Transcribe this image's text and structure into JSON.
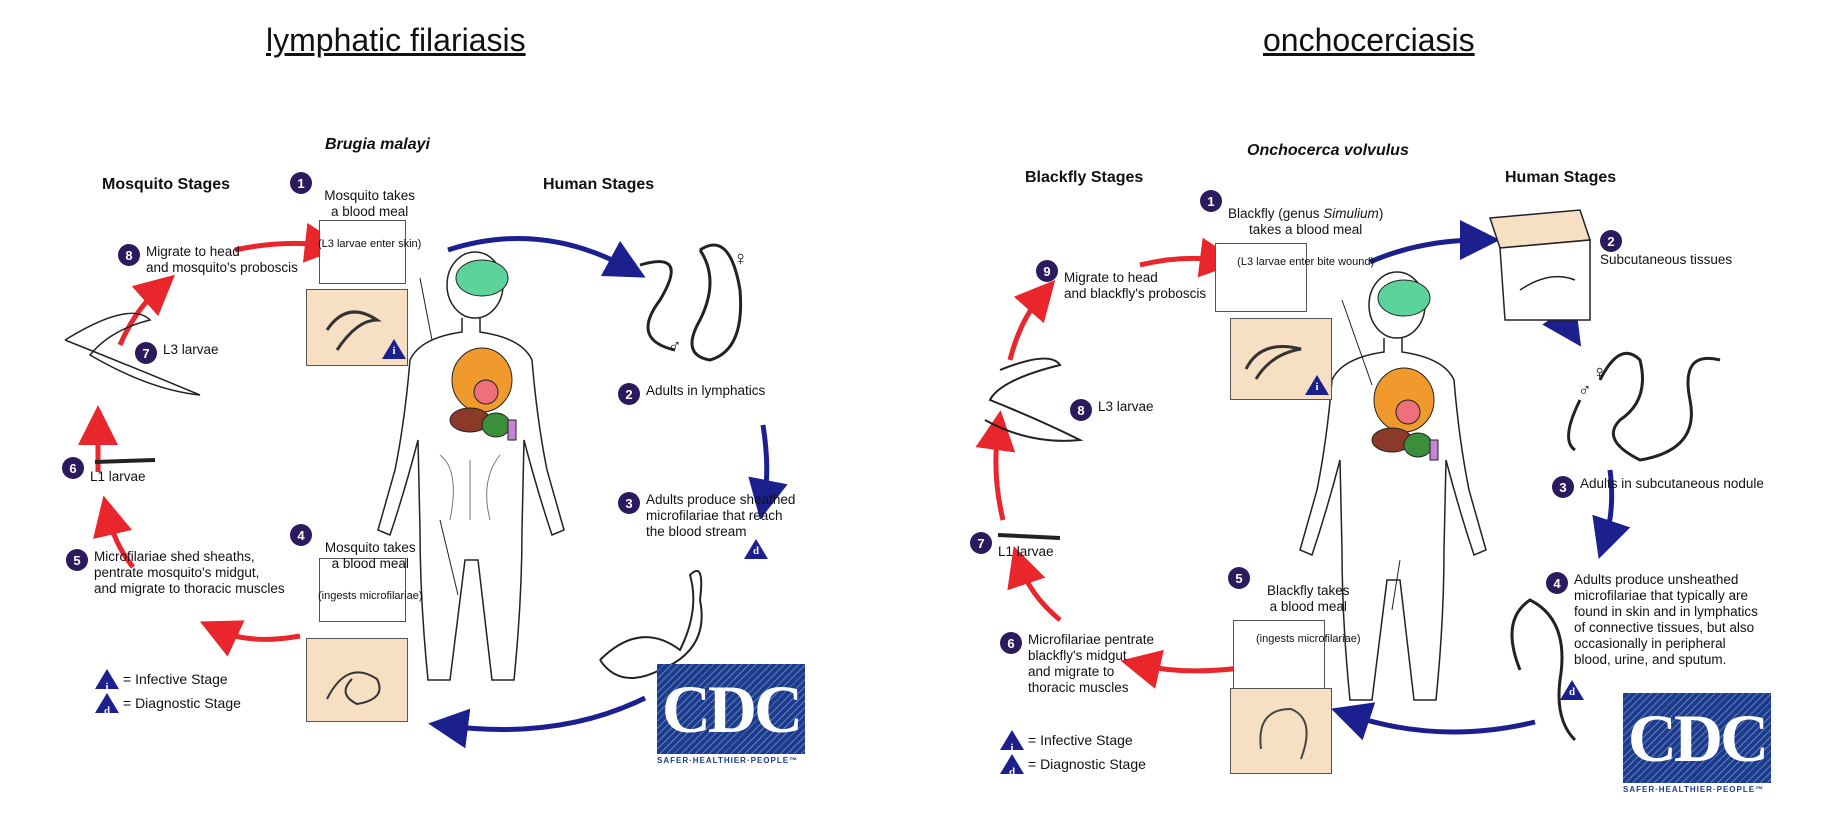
{
  "titles": {
    "left": "lymphatic filariasis",
    "right": "onchocerciasis"
  },
  "left": {
    "species": "Brugia malayi",
    "vector_header": "Mosquito Stages",
    "human_header": "Human Stages",
    "steps": [
      {
        "n": "1",
        "text": "Mosquito takes\na blood meal",
        "sub": "(L3 larvae enter skin)"
      },
      {
        "n": "2",
        "text": "Adults in lymphatics"
      },
      {
        "n": "3",
        "text": "Adults produce sheathed\nmicrofilariae that reach\nthe blood stream"
      },
      {
        "n": "4",
        "text": "Mosquito takes\na blood meal",
        "sub": "(ingests microfilariae)"
      },
      {
        "n": "5",
        "text": "Microfilariae shed sheaths,\npentrate mosquito's midgut,\nand migrate to thoracic muscles"
      },
      {
        "n": "6",
        "text": "L1 larvae"
      },
      {
        "n": "7",
        "text": "L3 larvae"
      },
      {
        "n": "8",
        "text": "Migrate to head\nand mosquito's proboscis"
      }
    ],
    "legend": {
      "infective": "= Infective Stage",
      "diagnostic": "= Diagnostic Stage"
    },
    "sex": {
      "female": "♀",
      "male": "♂"
    }
  },
  "right": {
    "species": "Onchocerca volvulus",
    "vector_header": "Blackfly Stages",
    "human_header": "Human Stages",
    "steps": [
      {
        "n": "1",
        "text_a": "Blackfly (genus ",
        "text_i": "Simulium",
        "text_b": ")\ntakes a blood meal",
        "sub": "(L3 larvae enter bite wound)"
      },
      {
        "n": "2",
        "text": "Subcutaneous tissues"
      },
      {
        "n": "3",
        "text": "Adults in subcutaneous nodule"
      },
      {
        "n": "4",
        "text": "Adults produce unsheathed\nmicrofilariae that typically are\nfound in skin and in lymphatics\nof connective tissues,  but also\noccasionally in peripheral\nblood, urine, and sputum."
      },
      {
        "n": "5",
        "text": "Blackfly takes\na blood meal",
        "sub": "(ingests microfilariae)"
      },
      {
        "n": "6",
        "text": "Microfilariae pentrate\nblackfly's midgut\nand migrate to\nthoracic muscles"
      },
      {
        "n": "7",
        "text": "L1 larvae"
      },
      {
        "n": "8",
        "text": "L3 larvae"
      },
      {
        "n": "9",
        "text": "Migrate to head\nand blackfly's proboscis"
      }
    ],
    "legend": {
      "infective": "= Infective Stage",
      "diagnostic": "= Diagnostic Stage"
    },
    "sex": {
      "female": "♀",
      "male": "♂"
    }
  },
  "badges": {
    "infective": "i",
    "diagnostic": "d"
  },
  "cdc": {
    "logo": "CDC",
    "tagline": "SAFER·HEALTHIER·PEOPLE™"
  },
  "colors": {
    "red_arrow": "#e8262b",
    "blue_arrow": "#1c1f8e",
    "badge": "#2c1a5e",
    "peach": "#f7dfc4",
    "cdc_blue": "#1b3c8e"
  }
}
